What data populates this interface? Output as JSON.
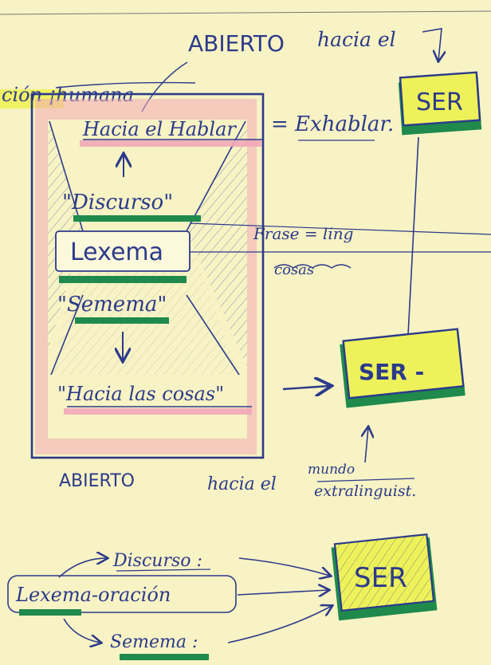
{
  "colors": {
    "paper": "#f7f3c4",
    "ink": "#2c3a8a",
    "pink_highlight": "#f2a9b8",
    "green_marker": "#1f8a4c",
    "yellow_marker": "#eef25a"
  },
  "top_annotation": {
    "left_text": "ción ¡humana",
    "abierto_top": "ABIERTO",
    "hacia_el_top": "hacia el"
  },
  "main_frame": {
    "hacia_el_hablar": "Hacia el Hablar",
    "discurso": "\"Discurso\"",
    "lexema": "Lexema",
    "semema": "\"Semema\"",
    "hacia_las_cosas": "\"Hacia las cosas\""
  },
  "right_annotations": {
    "ex_hablar": "= Exhablar.",
    "frase": "Frase = ling",
    "frase_scribble": "cosas"
  },
  "ser_boxes": {
    "top": "SER",
    "middle": "SER -",
    "bottom": "SER"
  },
  "bottom_annotation": {
    "abierto_bottom": "ABIERTO",
    "hacia_el_bottom": "hacia el",
    "mundo": "mundo",
    "extralinguist": "extralinguist."
  },
  "lower_diagram": {
    "discurso": "Discurso :",
    "lexema_oracion": "Lexema-oración",
    "semema": "Semema :"
  }
}
